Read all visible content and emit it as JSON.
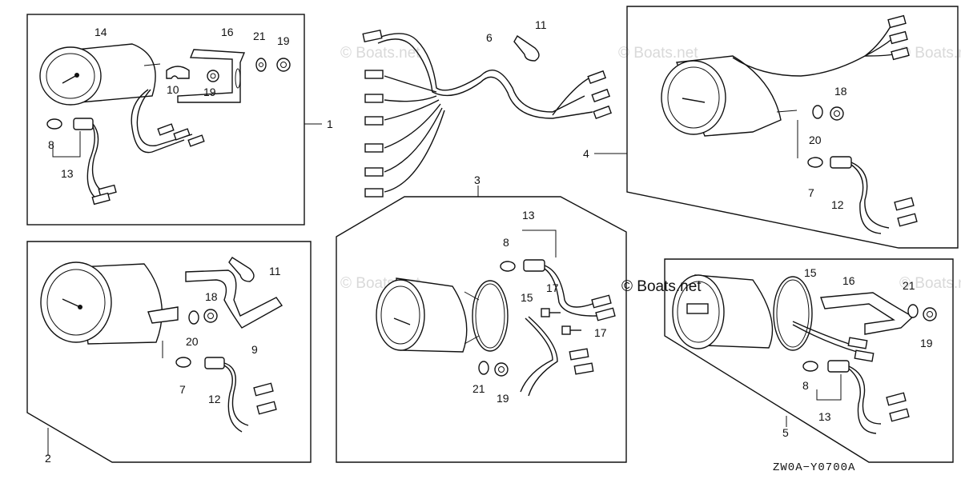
{
  "watermark": "© Boats.net",
  "copyright": "© Boats.net",
  "drawing_code": "ZW0A−Y0700A",
  "callouts": {
    "n1": "1",
    "n2": "2",
    "n3": "3",
    "n4": "4",
    "n5": "5",
    "n6": "6",
    "n7": "7",
    "n8": "8",
    "n9": "9",
    "n10": "10",
    "n11": "11",
    "n12": "12",
    "n13": "13",
    "n14": "14",
    "n15": "15",
    "n16": "16",
    "n17": "17",
    "n18": "18",
    "n19": "19",
    "n20": "20",
    "n21": "21"
  }
}
